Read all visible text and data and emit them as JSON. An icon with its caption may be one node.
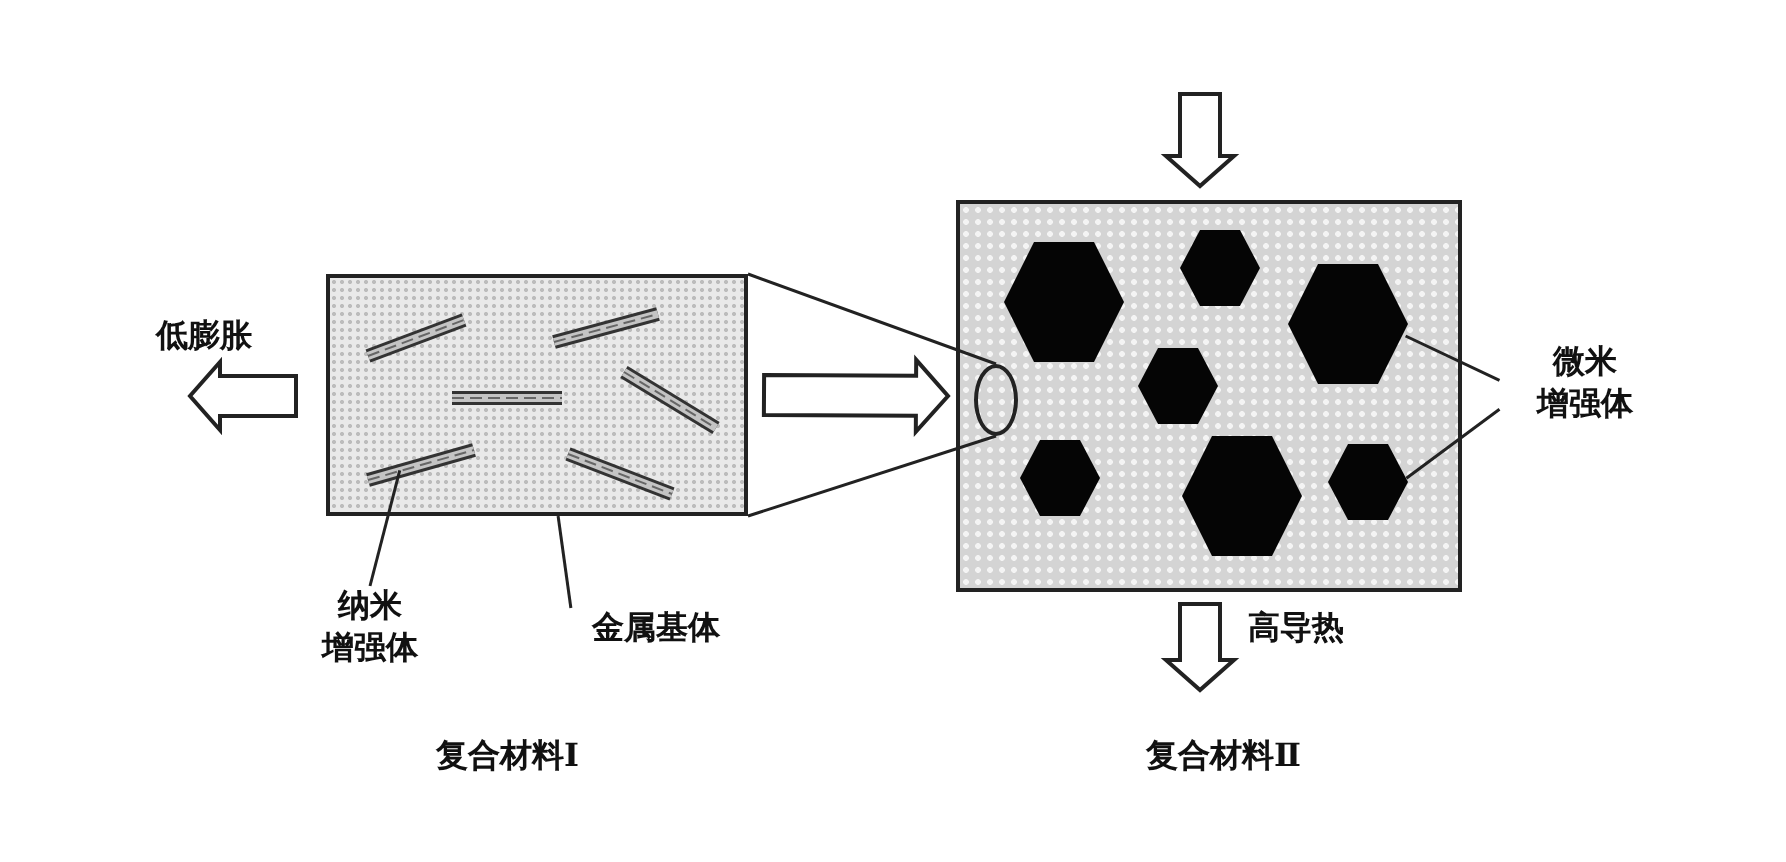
{
  "diagram": {
    "nodes": [
      {
        "text": [],
        "shape": "box"
      },
      {
        "text": [],
        "shape": "bar",
        "in": 0
      },
      {
        "text": [],
        "shape": "bar",
        "in": 0
      },
      {
        "text": [],
        "shape": "bar",
        "in": 0
      },
      {
        "text": [],
        "shape": "bar",
        "in": 0
      },
      {
        "text": [],
        "shape": "bar",
        "in": 0
      },
      {
        "text": [],
        "shape": "bar",
        "in": 0
      },
      {
        "text": [],
        "shape": "box"
      },
      {
        "text": [],
        "shape": "ellipse",
        "in": 7
      },
      {
        "text": [],
        "shape": "hexagon",
        "in": 7
      },
      {
        "text": [],
        "shape": "hexagon",
        "in": 7
      },
      {
        "text": [],
        "shape": "hexagon",
        "in": 7
      },
      {
        "text": [],
        "shape": "hexagon",
        "in": 7
      },
      {
        "text": [],
        "shape": "hexagon",
        "in": 7
      },
      {
        "text": [],
        "shape": "hexagon",
        "in": 7
      },
      {
        "text": [],
        "shape": "hexagon",
        "in": 7
      },
      {
        "text": [
          "纳米增强体"
        ]
      },
      {
        "text": [
          "金属基体"
        ]
      },
      {
        "text": [
          "微米增强体"
        ]
      }
    ],
    "edges": [
      {
        "from": 0,
        "to": 7,
        "arrow": "to",
        "style": "thick"
      },
      {
        "from": 0,
        "to": 8,
        "arrow": "none"
      },
      {
        "from": 0,
        "to": 8,
        "arrow": "none"
      },
      {
        "from": 16,
        "to": 2,
        "arrow": "none"
      },
      {
        "from": 17,
        "to": 0,
        "arrow": "none"
      },
      {
        "from": 18,
        "to": 11,
        "arrow": "none"
      },
      {
        "from": 18,
        "to": 15,
        "arrow": "none"
      }
    ],
    "labels": [
      "低膨胀",
      "高导热",
      "复合材料Ⅰ",
      "复合材料Ⅱ"
    ]
  }
}
